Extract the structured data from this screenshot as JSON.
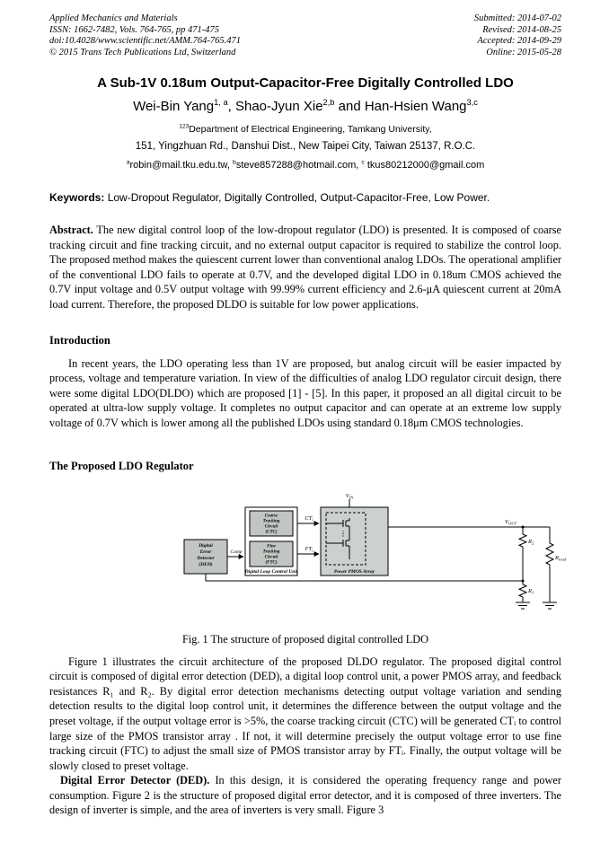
{
  "header": {
    "left_lines": [
      "Applied Mechanics and Materials",
      "ISSN: 1662-7482, Vols. 764-765, pp 471-475",
      "doi:10.4028/www.scientific.net/AMM.764-765.471",
      "© 2015 Trans Tech Publications Ltd, Switzerland"
    ],
    "right_lines": [
      "Submitted: 2014-07-02",
      "Revised: 2014-08-25",
      "Accepted: 2014-09-29",
      "Online: 2015-05-28"
    ]
  },
  "title": "A Sub-1V 0.18um Output-Capacitor-Free Digitally Controlled LDO",
  "authors": {
    "name1": "Wei-Bin Yang",
    "sup1": "1, a",
    "name2": ", Shao-Jyun Xie",
    "sup2": "2,b",
    "name3": " and Han-Hsien Wang",
    "sup3": "3,c"
  },
  "affiliation": {
    "sup": "123",
    "line1": "Department of Electrical Engineering, Tamkang University,",
    "line2": "151, Yingzhuan Rd., Danshui Dist., New Taipei City, Taiwan 25137, R.O.C."
  },
  "emails": {
    "sup_a": "a",
    "email_a": "robin@mail.tku.edu.tw, ",
    "sup_b": "b",
    "email_b": "steve857288@hotmail.com, ",
    "sup_c": "c",
    "email_c": " tkus80212000@gmail.com"
  },
  "keywords": {
    "label": "Keywords:",
    "text": " Low-Dropout Regulator, Digitally Controlled, Output-Capacitor-Free, Low Power."
  },
  "abstract": {
    "label": "Abstract.",
    "text": " The new digital control loop of the low-dropout regulator (LDO) is presented. It is composed of coarse tracking circuit and fine tracking circuit, and no external output capacitor is required to stabilize the control loop. The proposed method makes the quiescent current lower than conventional analog LDOs. The operational amplifier of the conventional LDO fails to operate at 0.7V, and the developed digital LDO in 0.18um CMOS achieved the 0.7V input voltage and 0.5V output voltage with 99.99% current efficiency and 2.6-μA quiescent current at 20mA load current. Therefore, the proposed DLDO is suitable for low power applications."
  },
  "sections": {
    "introduction": {
      "heading": "Introduction",
      "para": "In recent years, the LDO operating less than 1V are proposed, but analog circuit will be easier impacted by process, voltage and temperature variation. In view of the difficulties of analog LDO regulator circuit design, there were some digital LDO(DLDO) which are proposed [1] - [5]. In this paper, it proposed an all digital circuit to be operated at ultra-low supply voltage. It completes no output capacitor and can operate at an extreme low supply voltage of 0.7V which is lower among all the published LDOs using standard 0.18μm CMOS technologies."
    },
    "proposed": {
      "heading": "The Proposed LDO Regulator"
    }
  },
  "figure": {
    "caption": "Fig. 1 The structure of proposed digital controlled LDO",
    "ded_lines": [
      "Digital",
      "Error",
      "Detector",
      "(DED)"
    ],
    "comp": "Comp",
    "ctc_lines": [
      "Coarse",
      "Tracking",
      "Circuit",
      "(CTC)"
    ],
    "ftc_lines": [
      "Fine",
      "Tracking",
      "Circuit",
      "(FTC)"
    ],
    "dlcu": "Digital Loop Control Unit",
    "pmos": "Power PMOS Array",
    "vin_base": "V",
    "vin_sub": "IN",
    "vout_base": "V",
    "vout_sub": "OUT",
    "ct_base": "CT",
    "ct_sub": "i",
    "ft_base": "FT",
    "ft_sub": "i",
    "r1_base": "R",
    "r1_sub": "1",
    "r2_base": "R",
    "r2_sub": "2",
    "rload_base": "R",
    "rload_sub": "load"
  },
  "body": {
    "para_fig": "Figure 1 illustrates the circuit architecture of the proposed DLDO regulator. The proposed digital control circuit is composed of digital error detection (DED), a digital loop control unit, a power PMOS array, and feedback resistances R₁ and R₂. By digital error detection mechanisms detecting output voltage variation and sending detection results to the digital loop control unit, it determines the difference between the output voltage and the preset voltage, if the output voltage error is >5%, the coarse tracking circuit (CTC) will be generated CTᵢ to control large size of the PMOS transistor array . If not, it will determine precisely the output voltage error to use fine tracking circuit (FTC) to adjust the small size of PMOS transistor array by FTᵢ. Finally, the output voltage will be slowly closed to preset voltage.",
    "ded_label": "Digital Error Detector (DED).",
    "ded_text": " In this design, it is considered the operating frequency range and power consumption. Figure 2 is the structure of proposed digital error detector, and it is composed of three inverters. The design of inverter is simple, and the area of inverters is very small. Figure 3"
  }
}
